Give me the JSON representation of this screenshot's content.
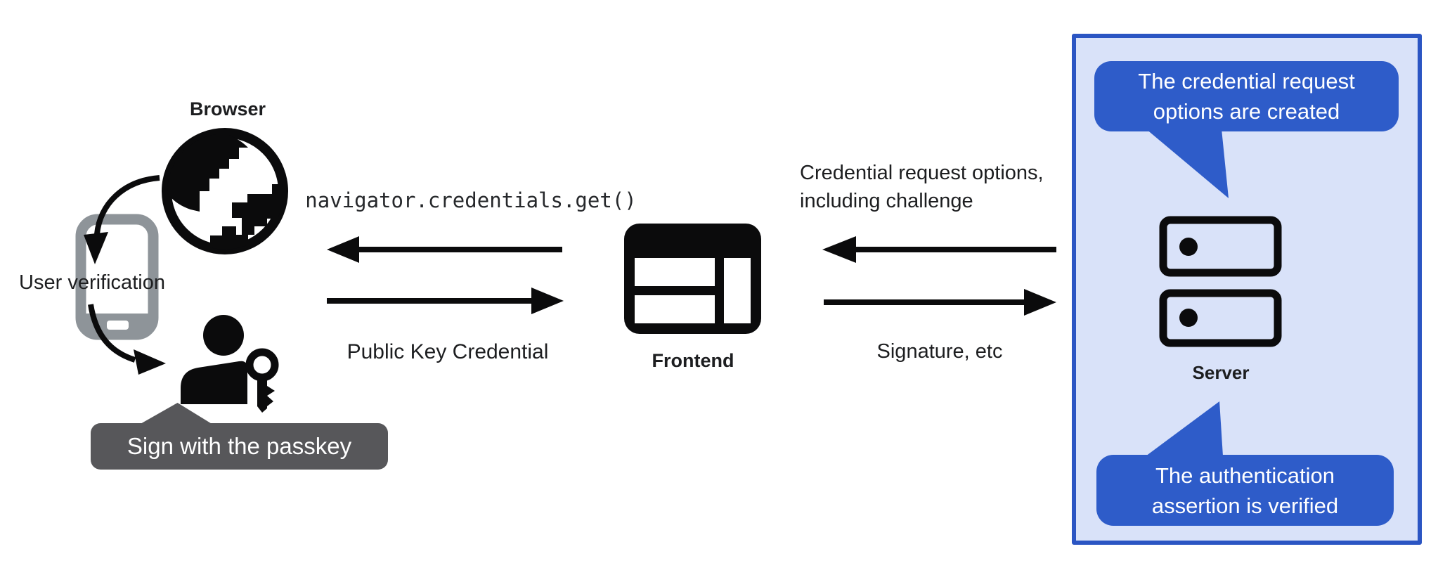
{
  "diagram": {
    "left": {
      "browser_label": "Browser",
      "user_verification_label": "User verification",
      "passkey_tooltip": "Sign with the passkey"
    },
    "center": {
      "api_call": "navigator.credentials.get()",
      "response": "Public Key Credential",
      "frontend_label": "Frontend"
    },
    "right": {
      "request_line1": "Credential request options,",
      "request_line2": "including challenge",
      "response": "Signature, etc",
      "server_label": "Server",
      "note_top_line1": "The credential request",
      "note_top_line2": "options are created",
      "note_bottom_line1": "The authentication",
      "note_bottom_line2": "assertion is verified"
    },
    "icons": {
      "globe": "globe-icon",
      "smartphone": "smartphone-icon",
      "person": "person-icon",
      "key": "key-icon",
      "frontend_window": "browser-window-icon",
      "server": "server-stack-icon"
    },
    "colors": {
      "background": "#ffffff",
      "panel_background": "#d9e2f9",
      "panel_border": "#2b55c3",
      "note_bubble": "#2e5cc9",
      "note_text": "#ffffff",
      "tooltip_background": "#57575a",
      "tooltip_text": "#ffffff",
      "icon_black": "#0b0b0c",
      "phone_gray": "#8e9499",
      "text": "#1d1e20"
    }
  }
}
